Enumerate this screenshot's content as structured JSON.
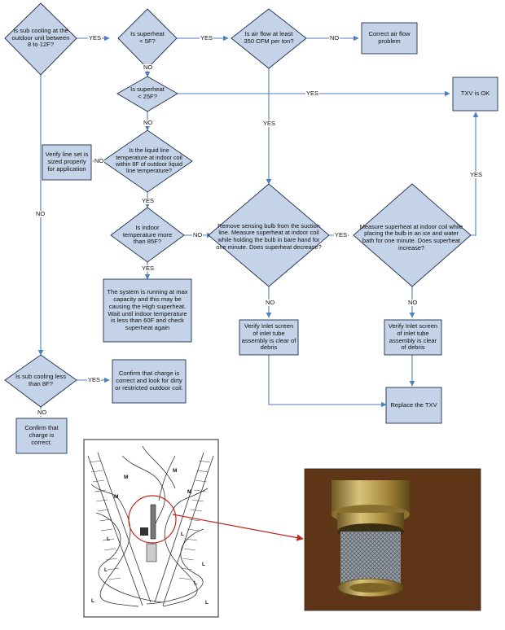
{
  "colors": {
    "shape_fill": "#c5d3e8",
    "shape_stroke": "#1f2f4f",
    "connector": "#4f7ec0",
    "callout_red": "#c0261c",
    "photo_wood": "#6b3d1b",
    "photo_brass": "#b89a4a"
  },
  "decisions": {
    "d1": "Is sub cooling at the outdoor unit between 8 to 12F?",
    "d2": "Is superheat < 5F?",
    "d3": "Is air flow at least 350 CFM per ton?",
    "d4": "Is superheat < 25F?",
    "d5": "Is the liquid line temperature at indoor coil within 8F of outdoor liquid line temperature?",
    "d6": "Is indoor temperature more than 85F?",
    "d7": "Remove sensing bulb from the suction line. Measure superheat at indoor coil while holding the bulb in bare hand for one minute. Does superheat decrease?",
    "d8": "Measure superheat at indoor coil while placing the bulb in an ice and water bath for one minute. Does superheat increase?",
    "d9": "Is sub cooling less than 8F?"
  },
  "actions": {
    "a_airflow": "Correct air flow problem",
    "a_txv_ok": "TXV is OK",
    "a_lineset": "Verify line set is sized properly for application",
    "a_maxcap": "The system is running at max capacity and this may be causing the High superheat. Wait until indoor temperature is less than 60F and check superheat again",
    "a_inlet1": "Verify Inlet screen of inlet tube assembly is clear of debris",
    "a_inlet2": "Verify Inlet screen of inlet tube assembly is clear of debris",
    "a_replace": "Replace the TXV",
    "a_charge_ok": "Confirm that charge is correct and look for dirty or restricted outdoor coil.",
    "a_charge_correct": "Confirm that charge is correct."
  },
  "edge_labels": {
    "yes": "YES",
    "no": "NO"
  },
  "illustration": {
    "coil_markers": [
      "M",
      "M",
      "M",
      "M",
      "L",
      "L",
      "L",
      "L",
      "L",
      "L",
      "L"
    ]
  }
}
